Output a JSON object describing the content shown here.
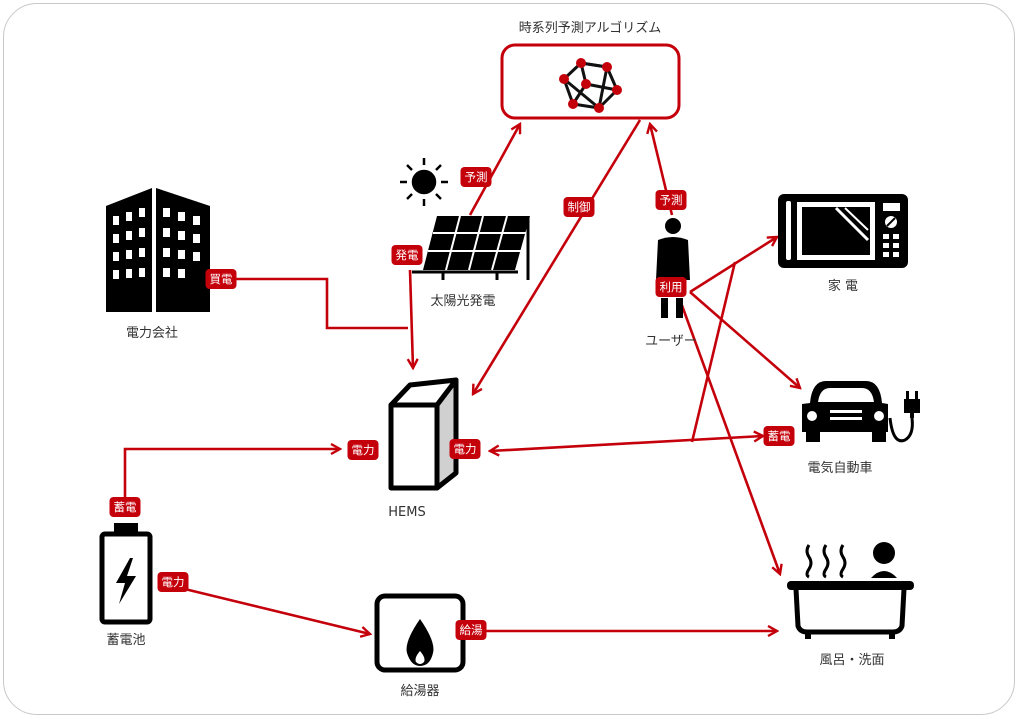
{
  "colors": {
    "accent": "#c4000b",
    "icon": "#000000",
    "text": "#333333",
    "frame": "#c8c8c8"
  },
  "algorithm": {
    "title": "時系列予測アルゴリズム",
    "icon": "network-icon"
  },
  "nodes": {
    "power_company": {
      "label": "電力会社",
      "icon": "building-icon"
    },
    "solar": {
      "label": "太陽光発電",
      "icon": "solar-panel-icon",
      "extra_icon": "sun-icon"
    },
    "user": {
      "label": "ユーザー",
      "icon": "person-icon"
    },
    "appliance": {
      "label": "家 電",
      "icon": "microwave-icon"
    },
    "ev": {
      "label": "電気自動車",
      "icon": "car-plug-icon"
    },
    "hems": {
      "label": "HEMS",
      "icon": "hems-box-icon"
    },
    "battery": {
      "label": "蓄電池",
      "icon": "battery-icon"
    },
    "water_heater": {
      "label": "給湯器",
      "icon": "flame-icon"
    },
    "bath": {
      "label": "風呂・洗面",
      "icon": "bathtub-icon"
    }
  },
  "tags": {
    "buy_power": "買電",
    "solar_generation": "発電",
    "solar_forecast": "予測",
    "control": "制御",
    "user_forecast": "予測",
    "usage": "利用",
    "hems_power_left": "電力",
    "hems_power_right": "電力",
    "ev_charge": "蓄電",
    "battery_charge": "蓄電",
    "battery_power": "電力",
    "hot_water": "給湯"
  }
}
